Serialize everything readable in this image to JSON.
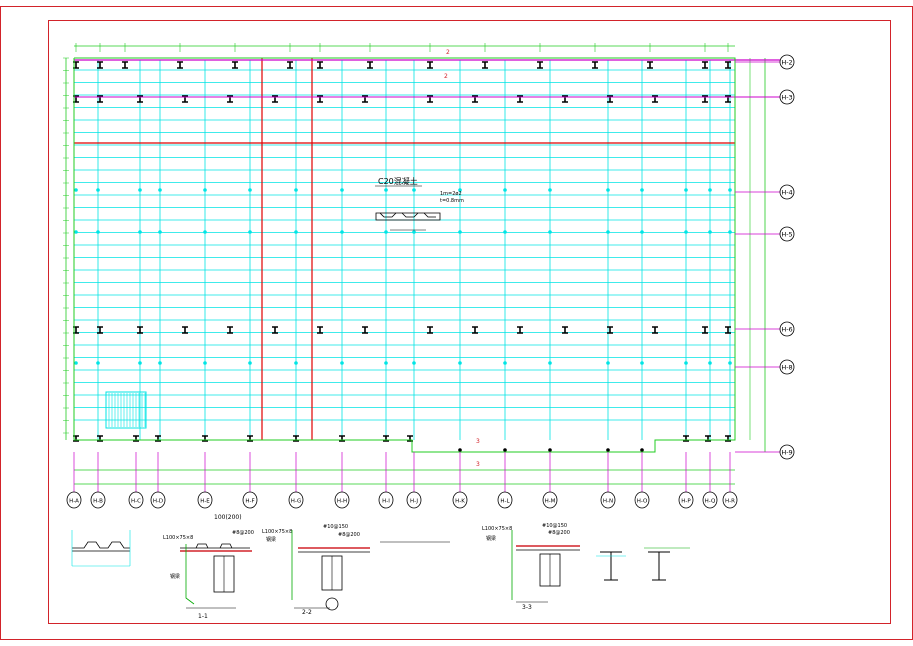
{
  "drawing": {
    "colors": {
      "frame": "#d2232a",
      "grid": "#00e5e5",
      "dimension": "#22cc22",
      "axis_line": "#cc00cc",
      "beam": "#e00000",
      "steel": "#000000",
      "detail_green": "#00aa00"
    },
    "top_slab_labels": {
      "a": "2",
      "b": "2"
    },
    "slab_note": {
      "title": "C20混凝土",
      "line1": "1m=2ø2",
      "line2": "t=0.8mm"
    },
    "right_axis_labels": [
      "H-2",
      "H-3",
      "H-4",
      "H-5",
      "H-6",
      "H-8",
      "H-9"
    ],
    "bottom_axis_labels": [
      "H-A",
      "H-B",
      "H-C",
      "H-D",
      "H-E",
      "H-F",
      "H-G",
      "H-H",
      "H-I",
      "H-J",
      "H-K",
      "H-L",
      "H-M",
      "H-N",
      "H-O",
      "H-P",
      "H-Q",
      "H-R"
    ],
    "step_labels": {
      "a": "3",
      "b": "3"
    },
    "details": {
      "d1": {
        "angle": "L100×75×8",
        "rebar": "#8@200",
        "plate": "100(200)",
        "label": "钢梁",
        "code": "1-1"
      },
      "d2": {
        "angle": "L100×75×8",
        "rebar": "#10@150",
        "rebar2": "#8@200",
        "label": "钢梁",
        "code": "2-2"
      },
      "d3": {
        "angle": "L100×75×8",
        "rebar": "#10@150",
        "rebar2": "#8@200",
        "label": "钢梁",
        "code": "3-3"
      }
    }
  }
}
